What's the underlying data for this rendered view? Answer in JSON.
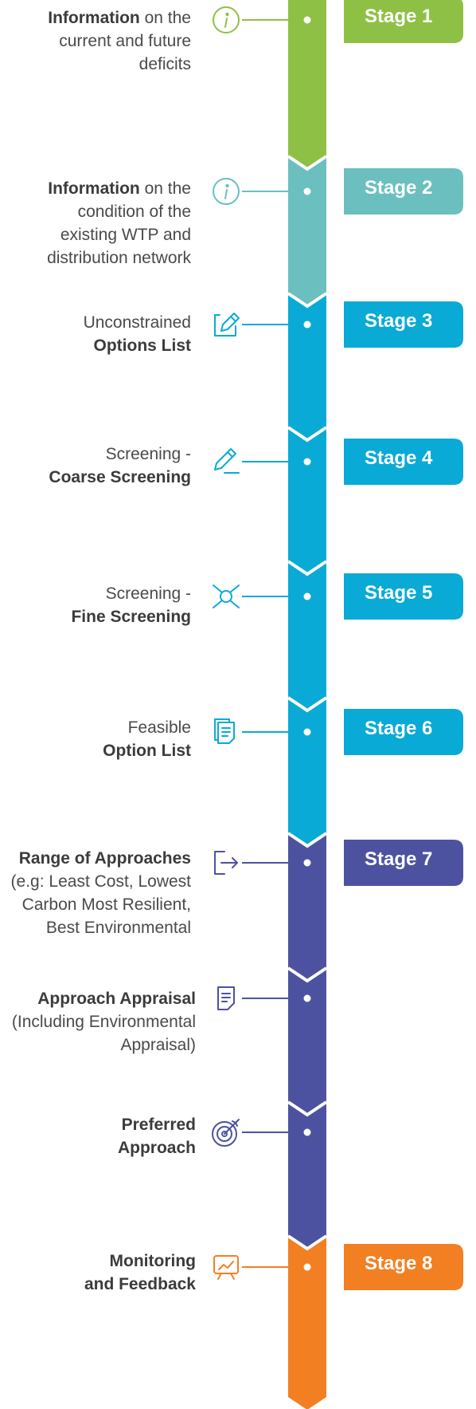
{
  "steps": [
    {
      "label_parts": [
        [
          "Information",
          " on the"
        ],
        [
          "current and future"
        ],
        [
          "deficits"
        ]
      ],
      "icon": "info-icon",
      "stage": "Stage 1",
      "color": "#8fc046"
    },
    {
      "label_parts": [
        [
          "Information",
          " on the"
        ],
        [
          "condition of the"
        ],
        [
          "existing WTP and"
        ],
        [
          "distribution network"
        ]
      ],
      "icon": "info-icon",
      "stage": "Stage 2",
      "color": "#6bbfbf"
    },
    {
      "label_parts": [
        [
          "",
          "Unconstrained"
        ],
        [
          "Options List",
          ""
        ]
      ],
      "icon": "edit-note-icon",
      "stage": "Stage 3",
      "color": "#0aaad6"
    },
    {
      "label_parts": [
        [
          "",
          "Screening -"
        ],
        [
          "Coarse Screening",
          ""
        ]
      ],
      "icon": "pencil-icon",
      "stage": "Stage 4",
      "color": "#0aaad6"
    },
    {
      "label_parts": [
        [
          "",
          "Screening -"
        ],
        [
          "Fine Screening",
          ""
        ]
      ],
      "icon": "crosshair-icon",
      "stage": "Stage 5",
      "color": "#0aaad6"
    },
    {
      "label_parts": [
        [
          "",
          "Feasible"
        ],
        [
          "Option List",
          ""
        ]
      ],
      "icon": "documents-icon",
      "stage": "Stage 6",
      "color": "#0aaad6"
    },
    {
      "label_parts": [
        [
          "Range of Approaches",
          ""
        ],
        [
          "",
          "(e.g: Least Cost, Lowest"
        ],
        [
          "",
          "Carbon Most Resilient,"
        ],
        [
          "",
          "Best Environmental"
        ]
      ],
      "icon": "export-icon",
      "stage": "Stage 7",
      "color": "#4d52a0"
    },
    {
      "label_parts": [
        [
          "Approach Appraisal",
          ""
        ],
        [
          "",
          "(Including Environmental"
        ],
        [
          "",
          "Appraisal)"
        ]
      ],
      "icon": "document-icon",
      "stage": "",
      "color": "#4d52a0"
    },
    {
      "label_parts": [
        [
          "Preferred",
          ""
        ],
        [
          "Approach",
          ""
        ]
      ],
      "icon": "target-icon",
      "stage": "",
      "color": "#4d52a0"
    },
    {
      "label_parts": [
        [
          "Monitoring",
          ""
        ],
        [
          "and Feedback",
          ""
        ]
      ],
      "icon": "presentation-chart-icon",
      "stage": "Stage 8",
      "color": "#f27f22"
    }
  ]
}
